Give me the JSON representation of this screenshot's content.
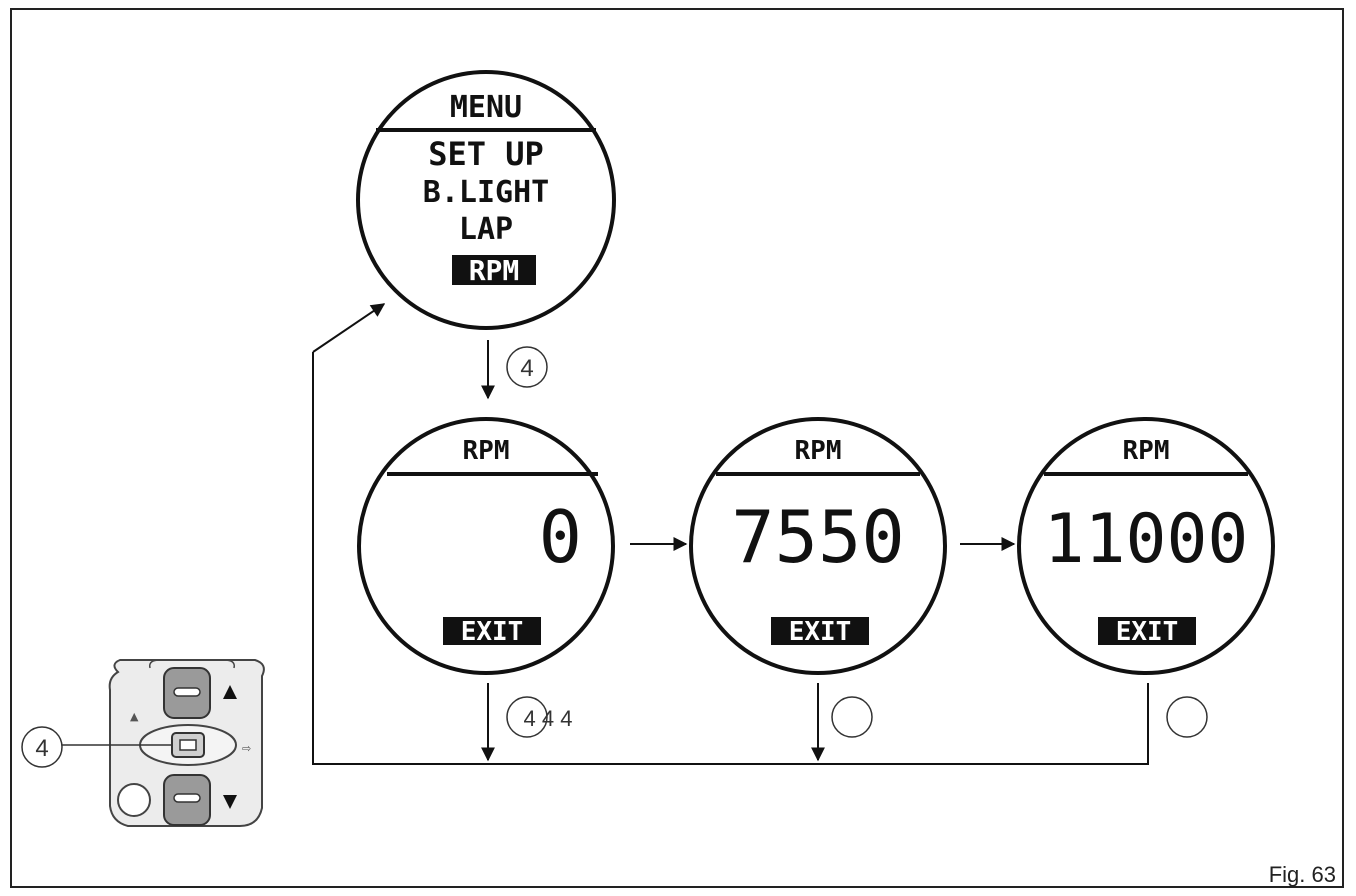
{
  "colors": {
    "line": "#111111",
    "panel_fill": "#e6e6e6",
    "button_fill": "#9a9a9a",
    "highlight_bg": "#111111",
    "highlight_text": "#ffffff"
  },
  "menu_screen": {
    "title": "MENU",
    "items": [
      "SET UP",
      "B.LIGHT",
      "LAP",
      "RPM"
    ],
    "selected": "RPM"
  },
  "rpm_screens": [
    {
      "title": "RPM",
      "value": "0",
      "exit_label": "EXIT"
    },
    {
      "title": "RPM",
      "value": "7550",
      "exit_label": "EXIT"
    },
    {
      "title": "RPM",
      "value": "11000",
      "exit_label": "EXIT"
    }
  ],
  "callouts": {
    "menu_to_rpm": "4",
    "exit_first": "4 4 4",
    "exit_second": "",
    "exit_third": "",
    "switch_button": "4"
  },
  "switch_panel": {
    "up_icon": "triangle-up-icon",
    "down_icon": "triangle-down-icon"
  },
  "figure_label": "Fig. 63"
}
